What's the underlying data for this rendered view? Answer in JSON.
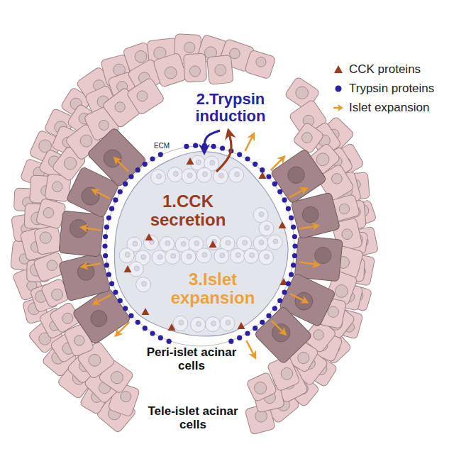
{
  "diagram": {
    "nodes": [
      {
        "text": [
          "1.CCK secretion",
          "3.Islet expansion"
        ]
      }
    ],
    "labels": [
      "2.Trypsin induction",
      "ECM",
      "Peri-islet acinar cells",
      "Tele-islet acinar cells"
    ],
    "legend": [
      {
        "text": "CCK proteins"
      },
      {
        "text": "Trypsin proteins"
      },
      {
        "text": "Islet expansion"
      }
    ]
  }
}
